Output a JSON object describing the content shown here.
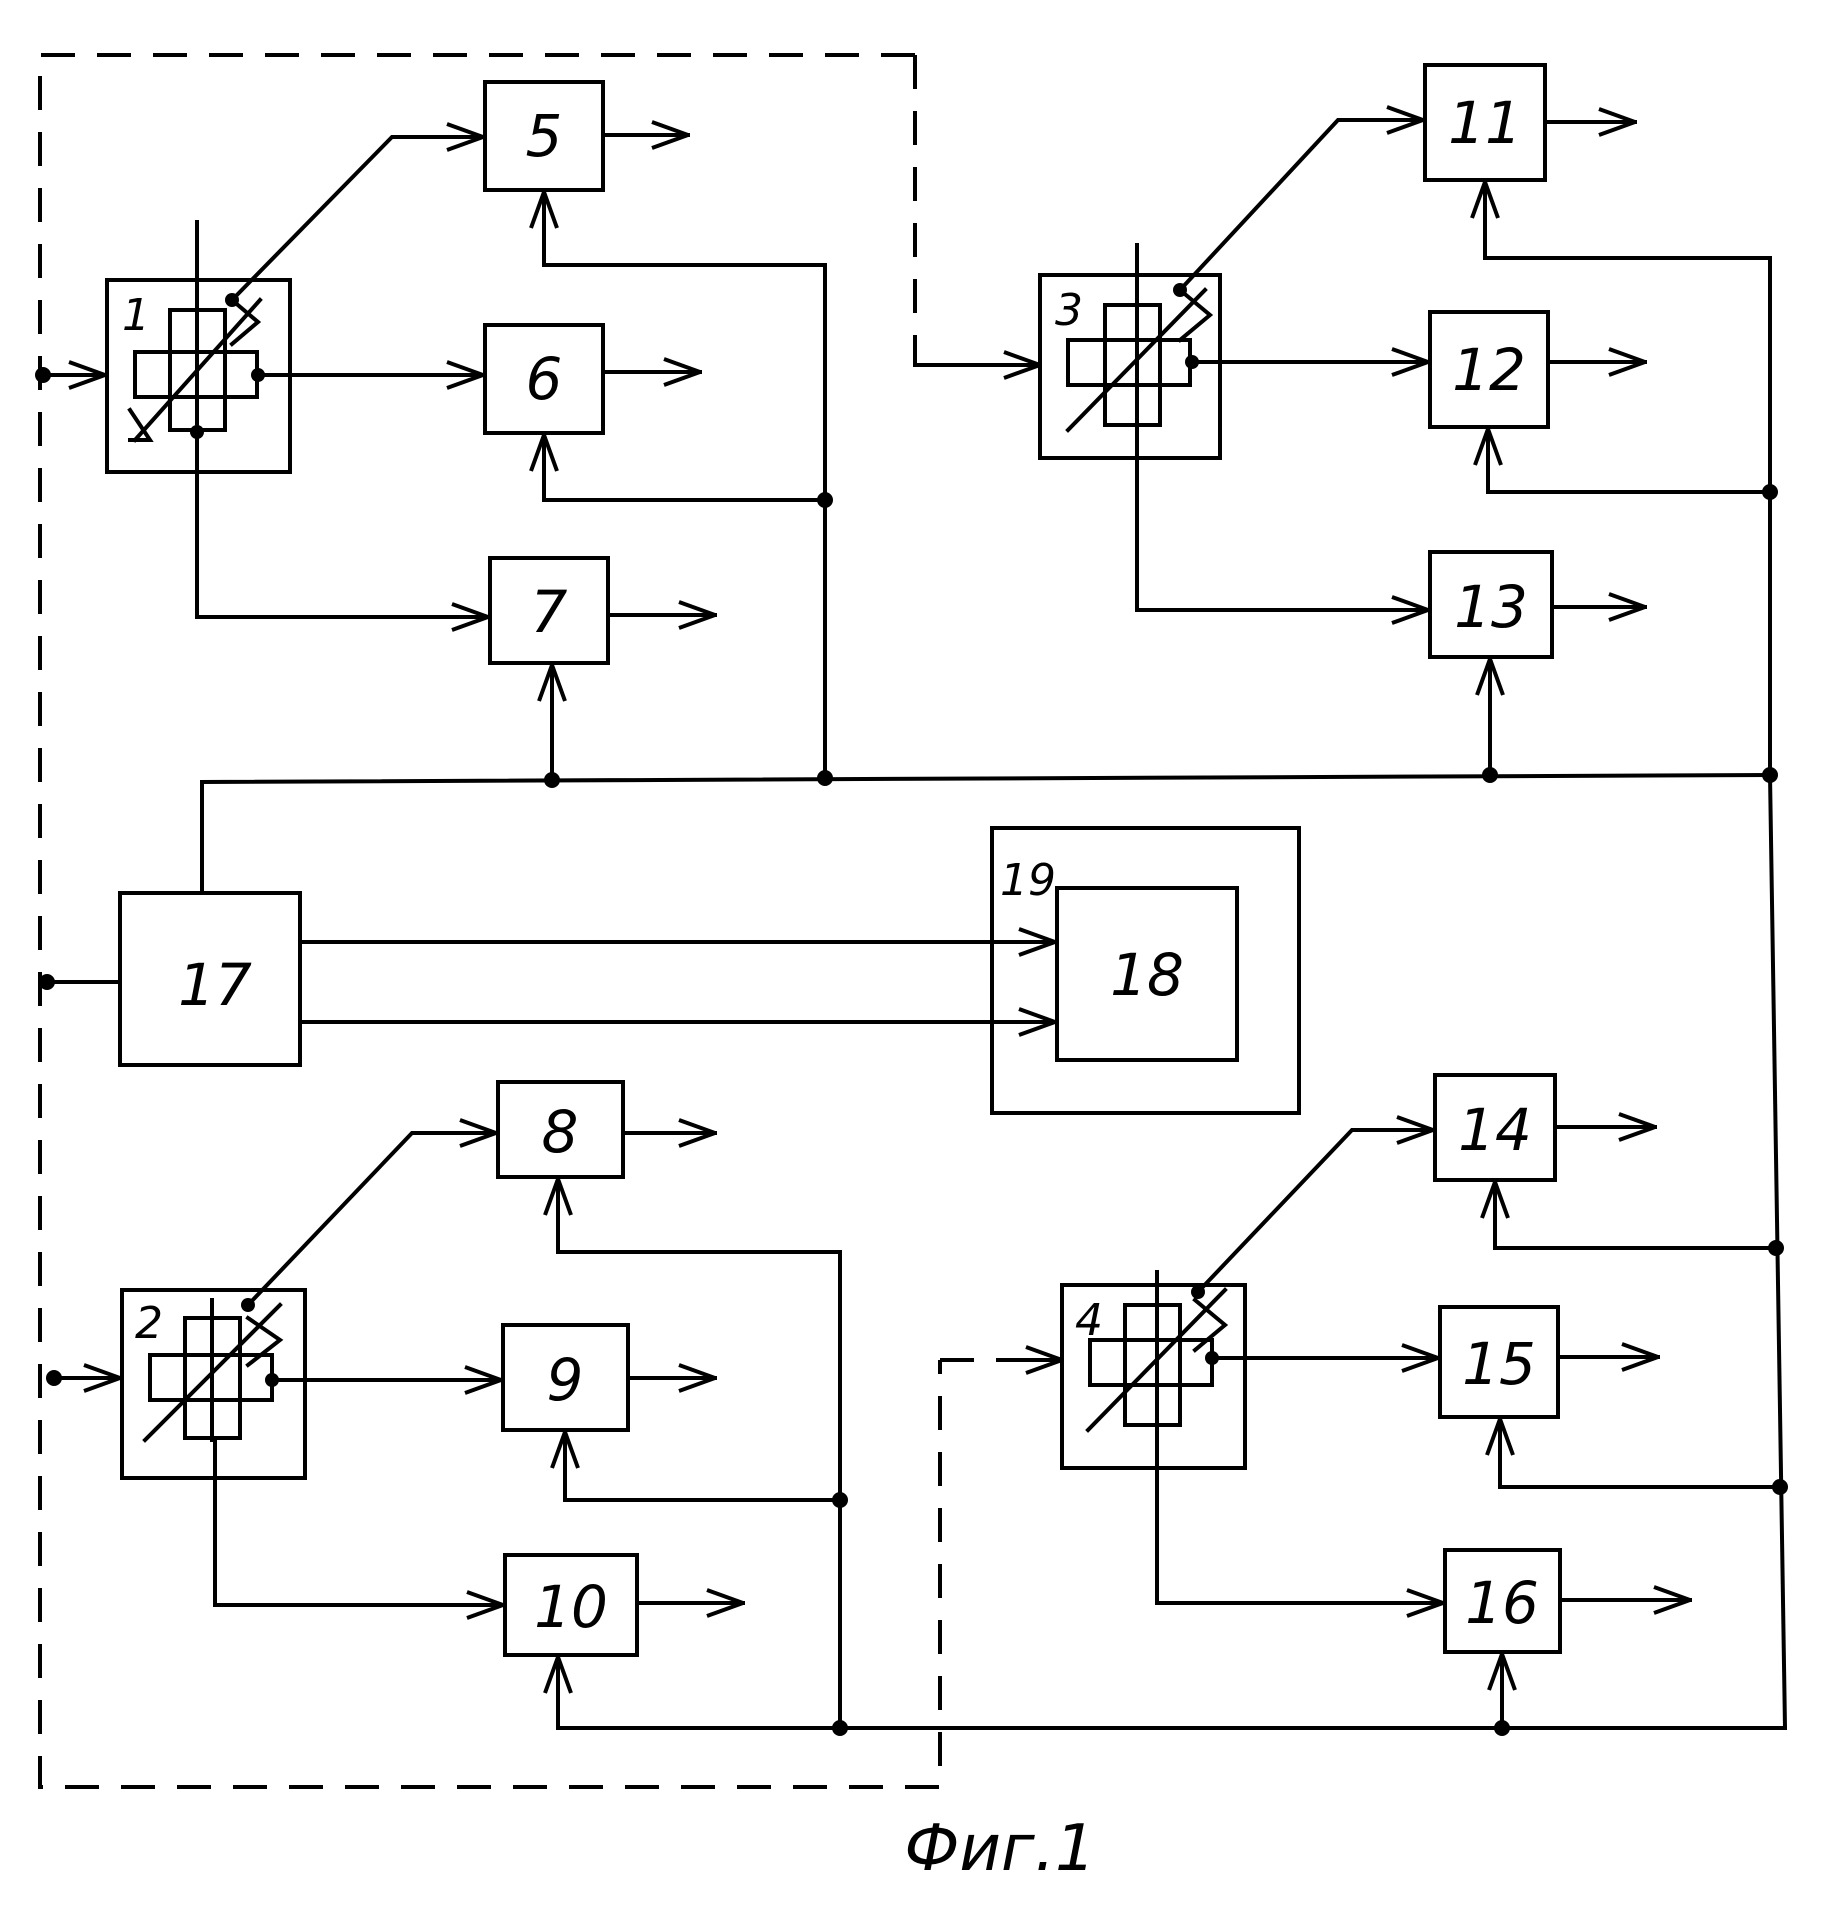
{
  "blocks": [
    {
      "id": "1",
      "label": "1"
    },
    {
      "id": "2",
      "label": "2"
    },
    {
      "id": "3",
      "label": "3"
    },
    {
      "id": "4",
      "label": "4"
    },
    {
      "id": "5",
      "label": "5"
    },
    {
      "id": "6",
      "label": "6"
    },
    {
      "id": "7",
      "label": "7"
    },
    {
      "id": "8",
      "label": "8"
    },
    {
      "id": "9",
      "label": "9"
    },
    {
      "id": "10",
      "label": "10"
    },
    {
      "id": "11",
      "label": "11"
    },
    {
      "id": "12",
      "label": "12"
    },
    {
      "id": "13",
      "label": "13"
    },
    {
      "id": "14",
      "label": "14"
    },
    {
      "id": "15",
      "label": "15"
    },
    {
      "id": "16",
      "label": "16"
    },
    {
      "id": "17",
      "label": "17"
    },
    {
      "id": "18",
      "label": "18"
    },
    {
      "id": "19",
      "label": "19"
    }
  ],
  "caption": "Фиг.1"
}
